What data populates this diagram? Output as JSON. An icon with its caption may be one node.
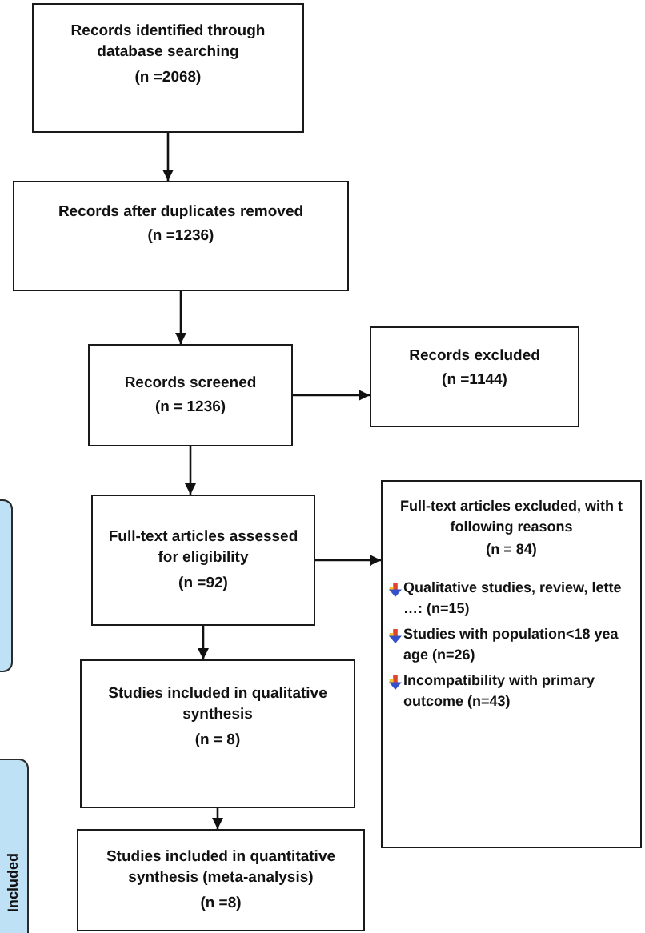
{
  "diagram": {
    "nodes": [
      {
        "text": [
          "Records identified through database searching",
          "(n =2068)"
        ]
      },
      {
        "text": [
          "Records after duplicates removed",
          "(n =1236)"
        ]
      },
      {
        "text": [
          "Records screened",
          "(n = 1236)"
        ]
      },
      {
        "text": [
          "Records excluded",
          "(n =1144)"
        ]
      },
      {
        "text": [
          "Full-text articles assessed for eligibility",
          "(n =92)"
        ]
      },
      {
        "text": [
          "Full-text articles excluded, with t following reasons",
          "(n = 84)",
          "Qualitative studies, review, lette …: (n=15)",
          "Studies with population<18 yea age (n=26)",
          "Incompatibility with primary outcome (n=43)"
        ]
      },
      {
        "text": [
          "Studies included in qualitative synthesis",
          "(n = 8)"
        ]
      },
      {
        "text": [
          "Studies included in quantitative synthesis (meta-analysis)",
          "(n =8)"
        ]
      },
      {
        "text": [],
        "shape": "box"
      },
      {
        "text": [
          "Included"
        ]
      }
    ],
    "edges": [
      {
        "from": 0,
        "to": 1,
        "arrow": "to"
      },
      {
        "from": 1,
        "to": 2,
        "arrow": "to"
      },
      {
        "from": 2,
        "to": 3,
        "arrow": "to"
      },
      {
        "from": 2,
        "to": 4,
        "arrow": "to"
      },
      {
        "from": 4,
        "to": 5,
        "arrow": "to"
      },
      {
        "from": 4,
        "to": 6,
        "arrow": "to"
      },
      {
        "from": 6,
        "to": 7,
        "arrow": "to"
      }
    ]
  }
}
